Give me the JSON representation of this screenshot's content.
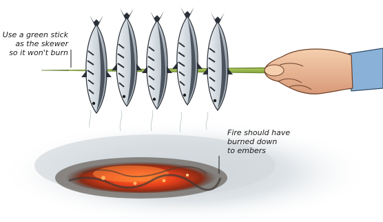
{
  "callouts": {
    "skewer": [
      "Use a green stick",
      "as the skewer",
      "so it won't burn"
    ],
    "fire": [
      "Fire should have",
      "burned down",
      "to embers"
    ]
  },
  "scene": {
    "fish": {
      "count": 5,
      "label": "fish-icon"
    },
    "stick": {
      "label": "skewer-stick"
    },
    "hand": {
      "label": "hand-icon"
    },
    "fire": {
      "label": "embers-fire-pit"
    }
  },
  "colors": {
    "stick": "#8fae44",
    "fish_body": "#c9d1d8",
    "fish_dark": "#2b3038",
    "skin": "#f0c3a0",
    "sleeve": "#8ab2d8",
    "ember": "#e8401c",
    "ash": "#6b6660",
    "snow": "#e6ecf0"
  }
}
